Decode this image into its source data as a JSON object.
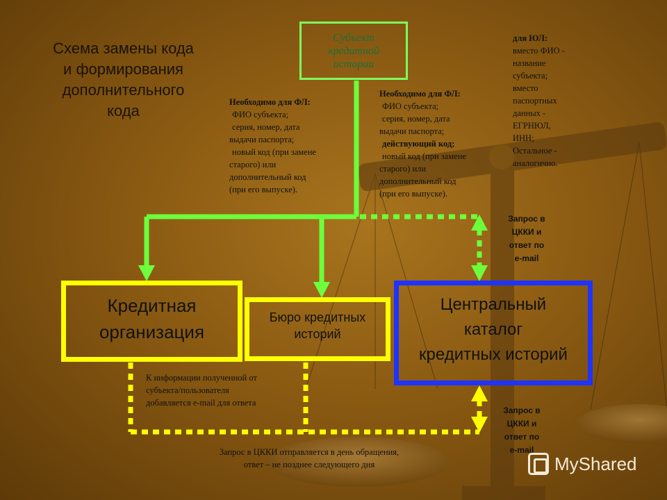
{
  "title": [
    "Схема замены кода",
    "и формирования",
    "дополнительного",
    "кода"
  ],
  "subject_box": [
    "Субъект",
    "кредитной",
    "истории"
  ],
  "left_requirements": {
    "heading": "Необходимо для ФЛ:",
    "items": [
      "ФИО субъекта;",
      "серия, номер, дата",
      "выдачи паспорта;",
      "новый код (при замене",
      "старого) или",
      "дополнительный код",
      "(при его выпуске)."
    ]
  },
  "right_requirements": {
    "heading": "Необходимо для ФЛ:",
    "items": [
      "ФИО субъекта;",
      "серия, номер, дата",
      "выдачи паспорта;",
      "действующий код;",
      "новый код (при замене",
      "старого) или",
      "дополнительный код",
      "(при его выпуске)."
    ]
  },
  "legal_entities": {
    "heading": "для ЮЛ:",
    "lines": [
      "вместо ФИО -",
      "название",
      "субъекта;",
      "вместо",
      "паспортных",
      "данных -",
      "ЕГРНЮЛ,",
      "ИНН;",
      "Остальное  -",
      "аналогично."
    ]
  },
  "boxes": {
    "credit_org": [
      "Кредитная",
      "организация"
    ],
    "bureau": [
      "Бюро кредитных",
      "историй"
    ],
    "central_catalog": [
      "Центральный",
      "каталог",
      "кредитных историй"
    ]
  },
  "email_note": [
    "К информации полученной от",
    "субъекта/пользователя",
    "добавляется e-mail для ответа"
  ],
  "request_top": [
    "Запрос в",
    "ЦККИ и",
    "ответ по",
    "e-mail"
  ],
  "request_bottom": [
    "Запрос в",
    "ЦККИ и",
    "ответ  по",
    "e-mail"
  ],
  "timing_note": [
    "Запрос в ЦККИ отправляется в день обращения,",
    "ответ – не позднее следующего дня"
  ],
  "watermark": "MyShared",
  "colors": {
    "green": "#6dff3c",
    "yellow": "#ffff00",
    "blue": "#1f33ff",
    "background": "#8a5a12"
  }
}
